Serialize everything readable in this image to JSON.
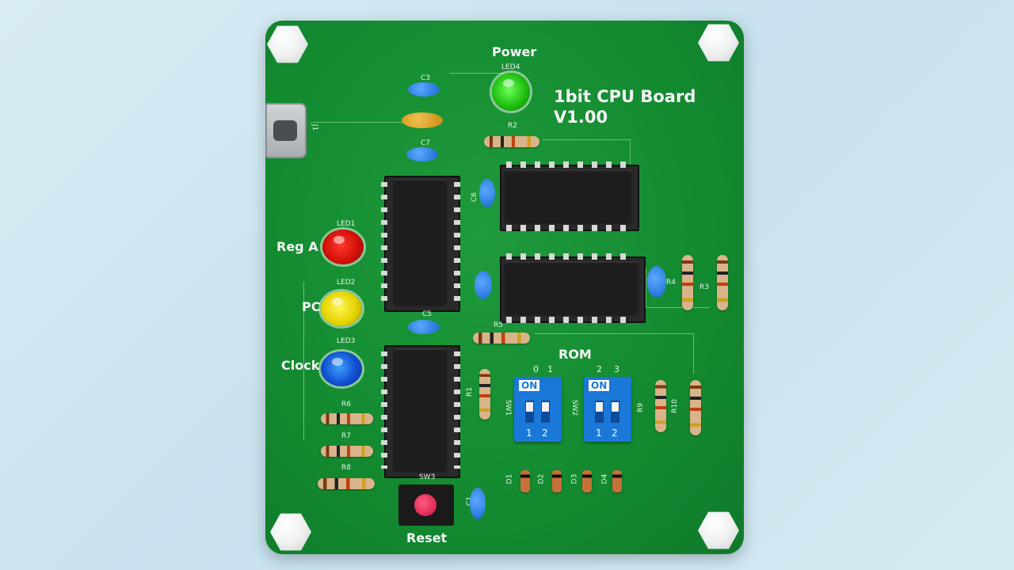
{
  "board": {
    "title_line1": "1bit CPU Board",
    "title_line2": "V1.00",
    "labels": {
      "power": "Power",
      "reg_a": "Reg A",
      "pc": "PC",
      "clock": "Clock",
      "rom": "ROM",
      "reset": "Reset"
    },
    "refdes": {
      "led1": "LED1",
      "led2": "LED2",
      "led3": "LED3",
      "led4": "LED4",
      "r1": "R1",
      "r2": "R2",
      "r3": "R3",
      "r4": "R4",
      "r5": "R5",
      "r6": "R6",
      "r7": "R7",
      "r8": "R8",
      "r9": "R9",
      "r10": "R10",
      "c1": "C1",
      "c3": "C3",
      "c5": "C5",
      "c6": "C6",
      "c7": "C7",
      "d1": "D1",
      "d2": "D2",
      "d3": "D3",
      "d4": "D4",
      "sw1": "SW1",
      "sw2": "SW2",
      "sw3": "SW3",
      "j1": "J1"
    },
    "dip_switches": [
      {
        "on": "ON",
        "nums": [
          "1",
          "2"
        ],
        "bits": [
          "0",
          "1"
        ]
      },
      {
        "on": "ON",
        "nums": [
          "1",
          "2"
        ],
        "bits": [
          "2",
          "3"
        ]
      }
    ],
    "colors": {
      "pcb": "#138a30",
      "silk": "#f5f5f5",
      "led_red": "#d4100a",
      "led_yellow": "#e5d400",
      "led_blue": "#1050d0",
      "led_green": "#20c010"
    }
  }
}
